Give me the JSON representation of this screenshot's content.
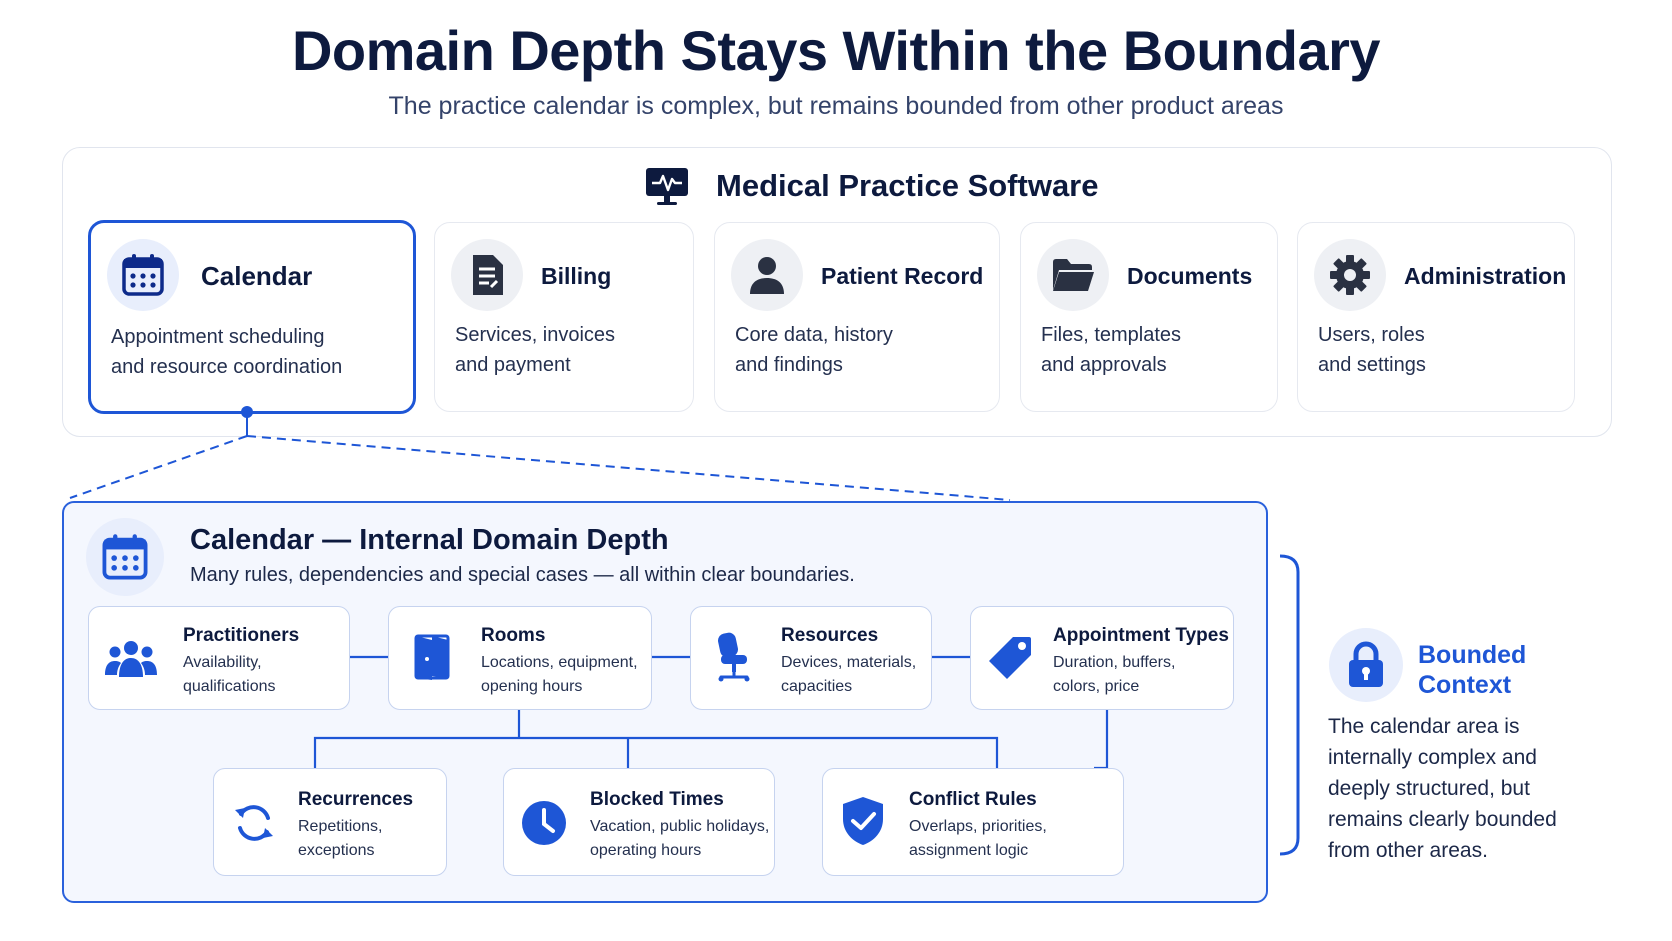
{
  "header": {
    "title": "Domain Depth Stays Within the Boundary",
    "subtitle": "The practice calendar is complex, but remains bounded from other product areas"
  },
  "software": {
    "title": "Medical Practice Software",
    "icon": "monitor-pulse-icon",
    "modules": [
      {
        "label": "Calendar",
        "desc": "Appointment scheduling\nand resource coordination",
        "icon": "calendar-icon",
        "selected": true
      },
      {
        "label": "Billing",
        "desc": "Services, invoices\nand payment",
        "icon": "invoice-icon"
      },
      {
        "label": "Patient Record",
        "desc": "Core data, history\nand findings",
        "icon": "person-icon"
      },
      {
        "label": "Documents",
        "desc": "Files, templates\nand approvals",
        "icon": "folder-icon"
      },
      {
        "label": "Administration",
        "desc": "Users, roles\nand settings",
        "icon": "gear-icon"
      }
    ]
  },
  "calendar_detail": {
    "title": "Calendar — Internal Domain Depth",
    "subtitle": "Many rules, dependencies and special cases — all within clear boundaries.",
    "nodes": [
      {
        "title": "Practitioners",
        "desc": "Availability,\nqualifications",
        "icon": "people-icon"
      },
      {
        "title": "Rooms",
        "desc": "Locations, equipment,\nopening hours",
        "icon": "door-icon"
      },
      {
        "title": "Resources",
        "desc": "Devices, materials,\ncapacities",
        "icon": "chair-icon"
      },
      {
        "title": "Appointment Types",
        "desc": "Duration, buffers,\ncolors, price",
        "icon": "tag-icon"
      },
      {
        "title": "Recurrences",
        "desc": "Repetitions,\nexceptions",
        "icon": "repeat-icon"
      },
      {
        "title": "Blocked Times",
        "desc": "Vacation, public holidays,\noperating hours",
        "icon": "clock-icon"
      },
      {
        "title": "Conflict Rules",
        "desc": "Overlaps, priorities,\nassignment logic",
        "icon": "shield-check-icon"
      }
    ]
  },
  "bounded_context": {
    "title": "Bounded\nContext",
    "desc": "The calendar area is\ninternally complex and\ndeeply structured, but\nremains clearly bounded\nfrom other areas.",
    "icon": "lock-icon"
  },
  "colors": {
    "accent": "#1e56d6",
    "dark": "#0d1a3e",
    "panel": "#f4f7fe"
  }
}
